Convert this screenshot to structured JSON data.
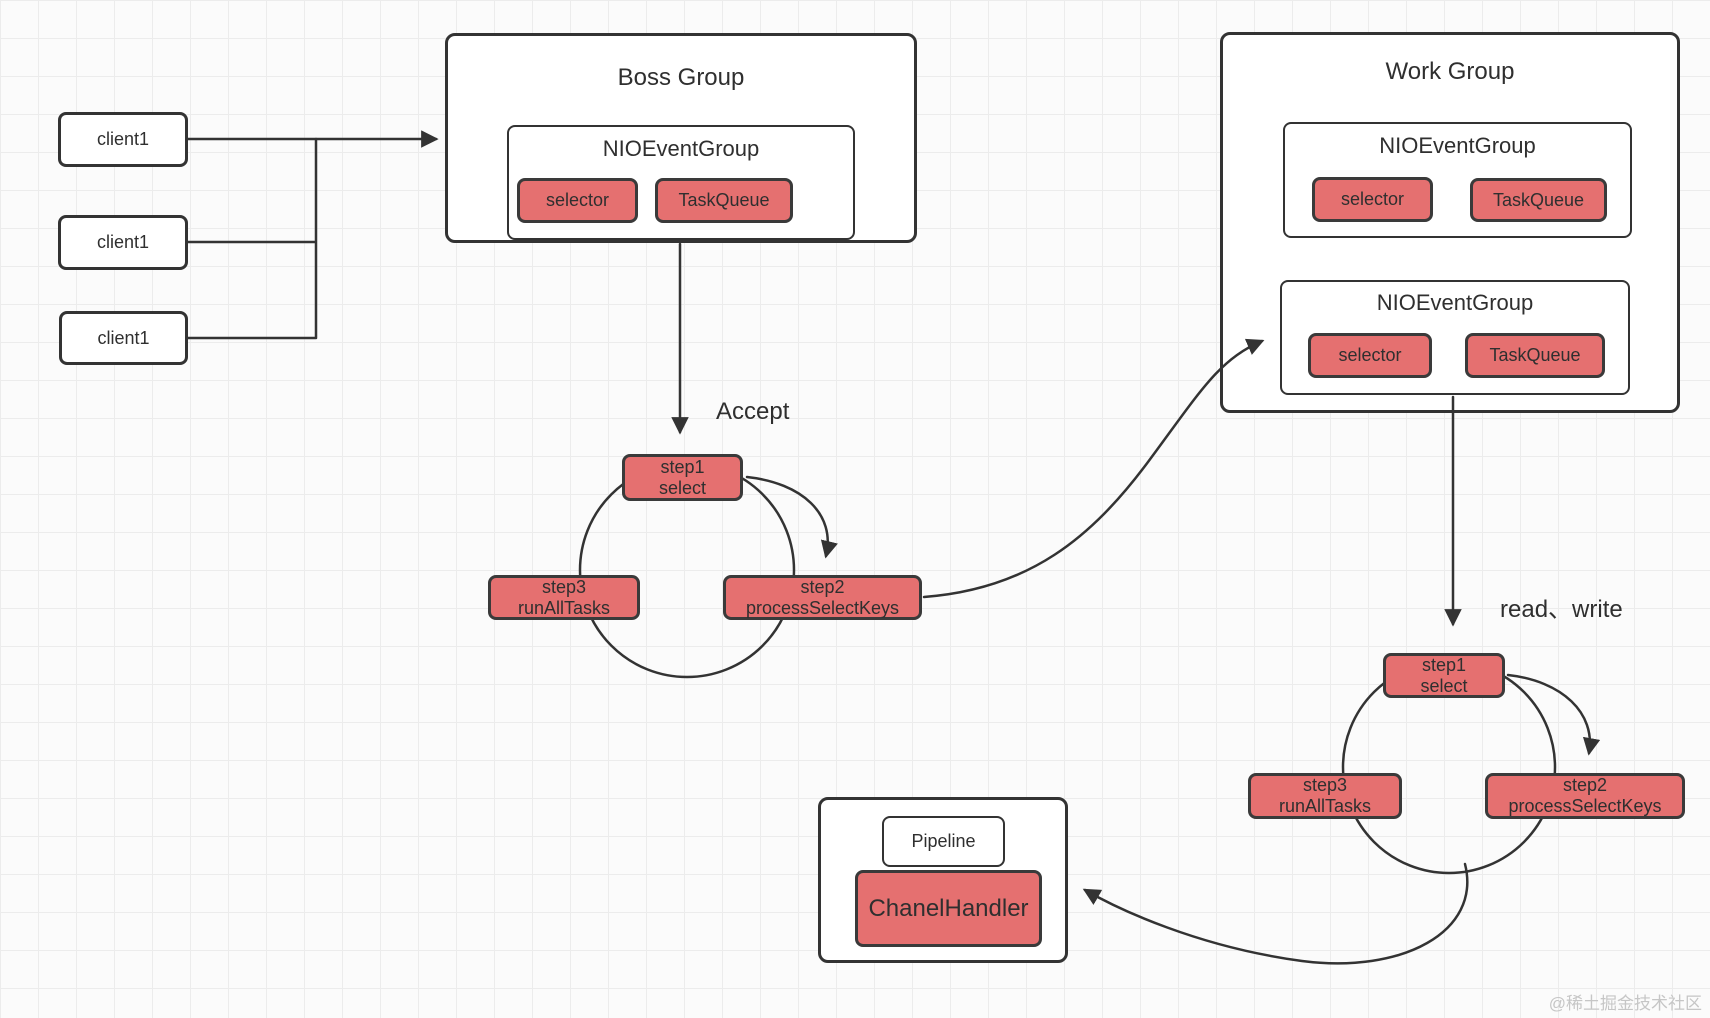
{
  "colors": {
    "accent_red": "#e57070",
    "stroke": "#333333",
    "grid_line": "#ececec",
    "watermark_gray": "#c6c6c6"
  },
  "clients": {
    "items": [
      {
        "label": "client1"
      },
      {
        "label": "client1"
      },
      {
        "label": "client1"
      }
    ]
  },
  "boss_group": {
    "title": "Boss Group",
    "event_group": {
      "title": "NIOEventGroup",
      "selector": "selector",
      "task_queue": "TaskQueue"
    }
  },
  "work_group": {
    "title": "Work Group",
    "event_groups": [
      {
        "title": "NIOEventGroup",
        "selector": "selector",
        "task_queue": "TaskQueue"
      },
      {
        "title": "NIOEventGroup",
        "selector": "selector",
        "task_queue": "TaskQueue"
      }
    ]
  },
  "labels": {
    "accept": "Accept",
    "read_write": "read、write"
  },
  "loop1": {
    "step1": {
      "line1": "step1",
      "line2": "select"
    },
    "step2": {
      "line1": "step2",
      "line2": "processSelectKeys"
    },
    "step3": {
      "line1": "step3",
      "line2": "runAllTasks"
    }
  },
  "loop2": {
    "step1": {
      "line1": "step1",
      "line2": "select"
    },
    "step2": {
      "line1": "step2",
      "line2": "processSelectKeys"
    },
    "step3": {
      "line1": "step3",
      "line2": "runAllTasks"
    }
  },
  "pipeline": {
    "title": "Pipeline",
    "handler": "ChanelHandler"
  },
  "watermark": "@稀土掘金技术社区"
}
